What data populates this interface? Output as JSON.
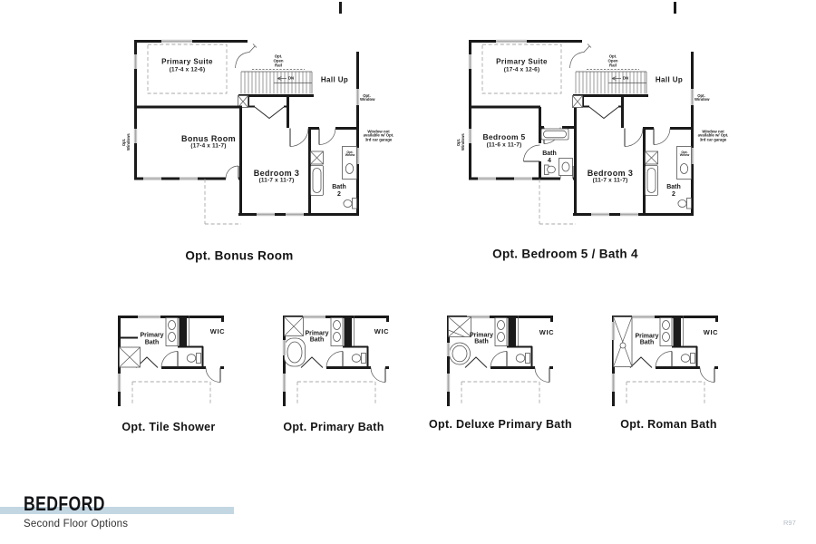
{
  "sheet": {
    "code": "R97"
  },
  "brand": {
    "name": "BEDFORD",
    "subtitle": "Second Floor Options",
    "accent_color": "#c3d7e3"
  },
  "plan1": {
    "caption": "Opt. Bonus Room",
    "primary_suite": "Primary Suite",
    "primary_suite_dims": "(17-4 x 12-6)",
    "hall": "Hall Up",
    "open_rail": "Opt. Open Rail",
    "down": "DN",
    "opt_window": "Opt. Window",
    "opt_windows": "Opt. Windows",
    "window_note": "Window not available w/ Opt. 3rd car garage",
    "bonus_room": "Bonus Room",
    "bonus_room_dims": "(17-4 x 11-7)",
    "bedroom3": "Bedroom 3",
    "bedroom3_dims": "(11-7 x 11-7)",
    "bath2": "Bath 2",
    "vanity_note": "Opt. Wndw"
  },
  "plan2": {
    "caption": "Opt. Bedroom 5 / Bath 4",
    "primary_suite": "Primary Suite",
    "primary_suite_dims": "(17-4 x 12-6)",
    "hall": "Hall Up",
    "open_rail": "Opt. Open Rail",
    "down": "DN",
    "opt_window": "Opt. Window",
    "opt_windows": "Opt. Windows",
    "window_note": "Window not available w/ Opt. 3rd car garage",
    "bedroom5": "Bedroom 5",
    "bedroom5_dims": "(11-6 x 11-7)",
    "bath4": "Bath 4",
    "bedroom3": "Bedroom 3",
    "bedroom3_dims": "(11-7 x 11-7)",
    "bath2": "Bath 2",
    "vanity_note": "Opt. Wndw"
  },
  "bath_options": {
    "tile_shower": {
      "caption": "Opt. Tile Shower",
      "room": "Primary Bath",
      "closet": "WIC"
    },
    "primary_bath": {
      "caption": "Opt. Primary Bath",
      "room": "Primary Bath",
      "closet": "WIC"
    },
    "deluxe_primary_bath": {
      "caption": "Opt. Deluxe Primary Bath",
      "room": "Primary Bath",
      "closet": "WIC"
    },
    "roman_bath": {
      "caption": "Opt. Roman Bath",
      "room": "Primary Bath",
      "closet": "WIC"
    }
  }
}
